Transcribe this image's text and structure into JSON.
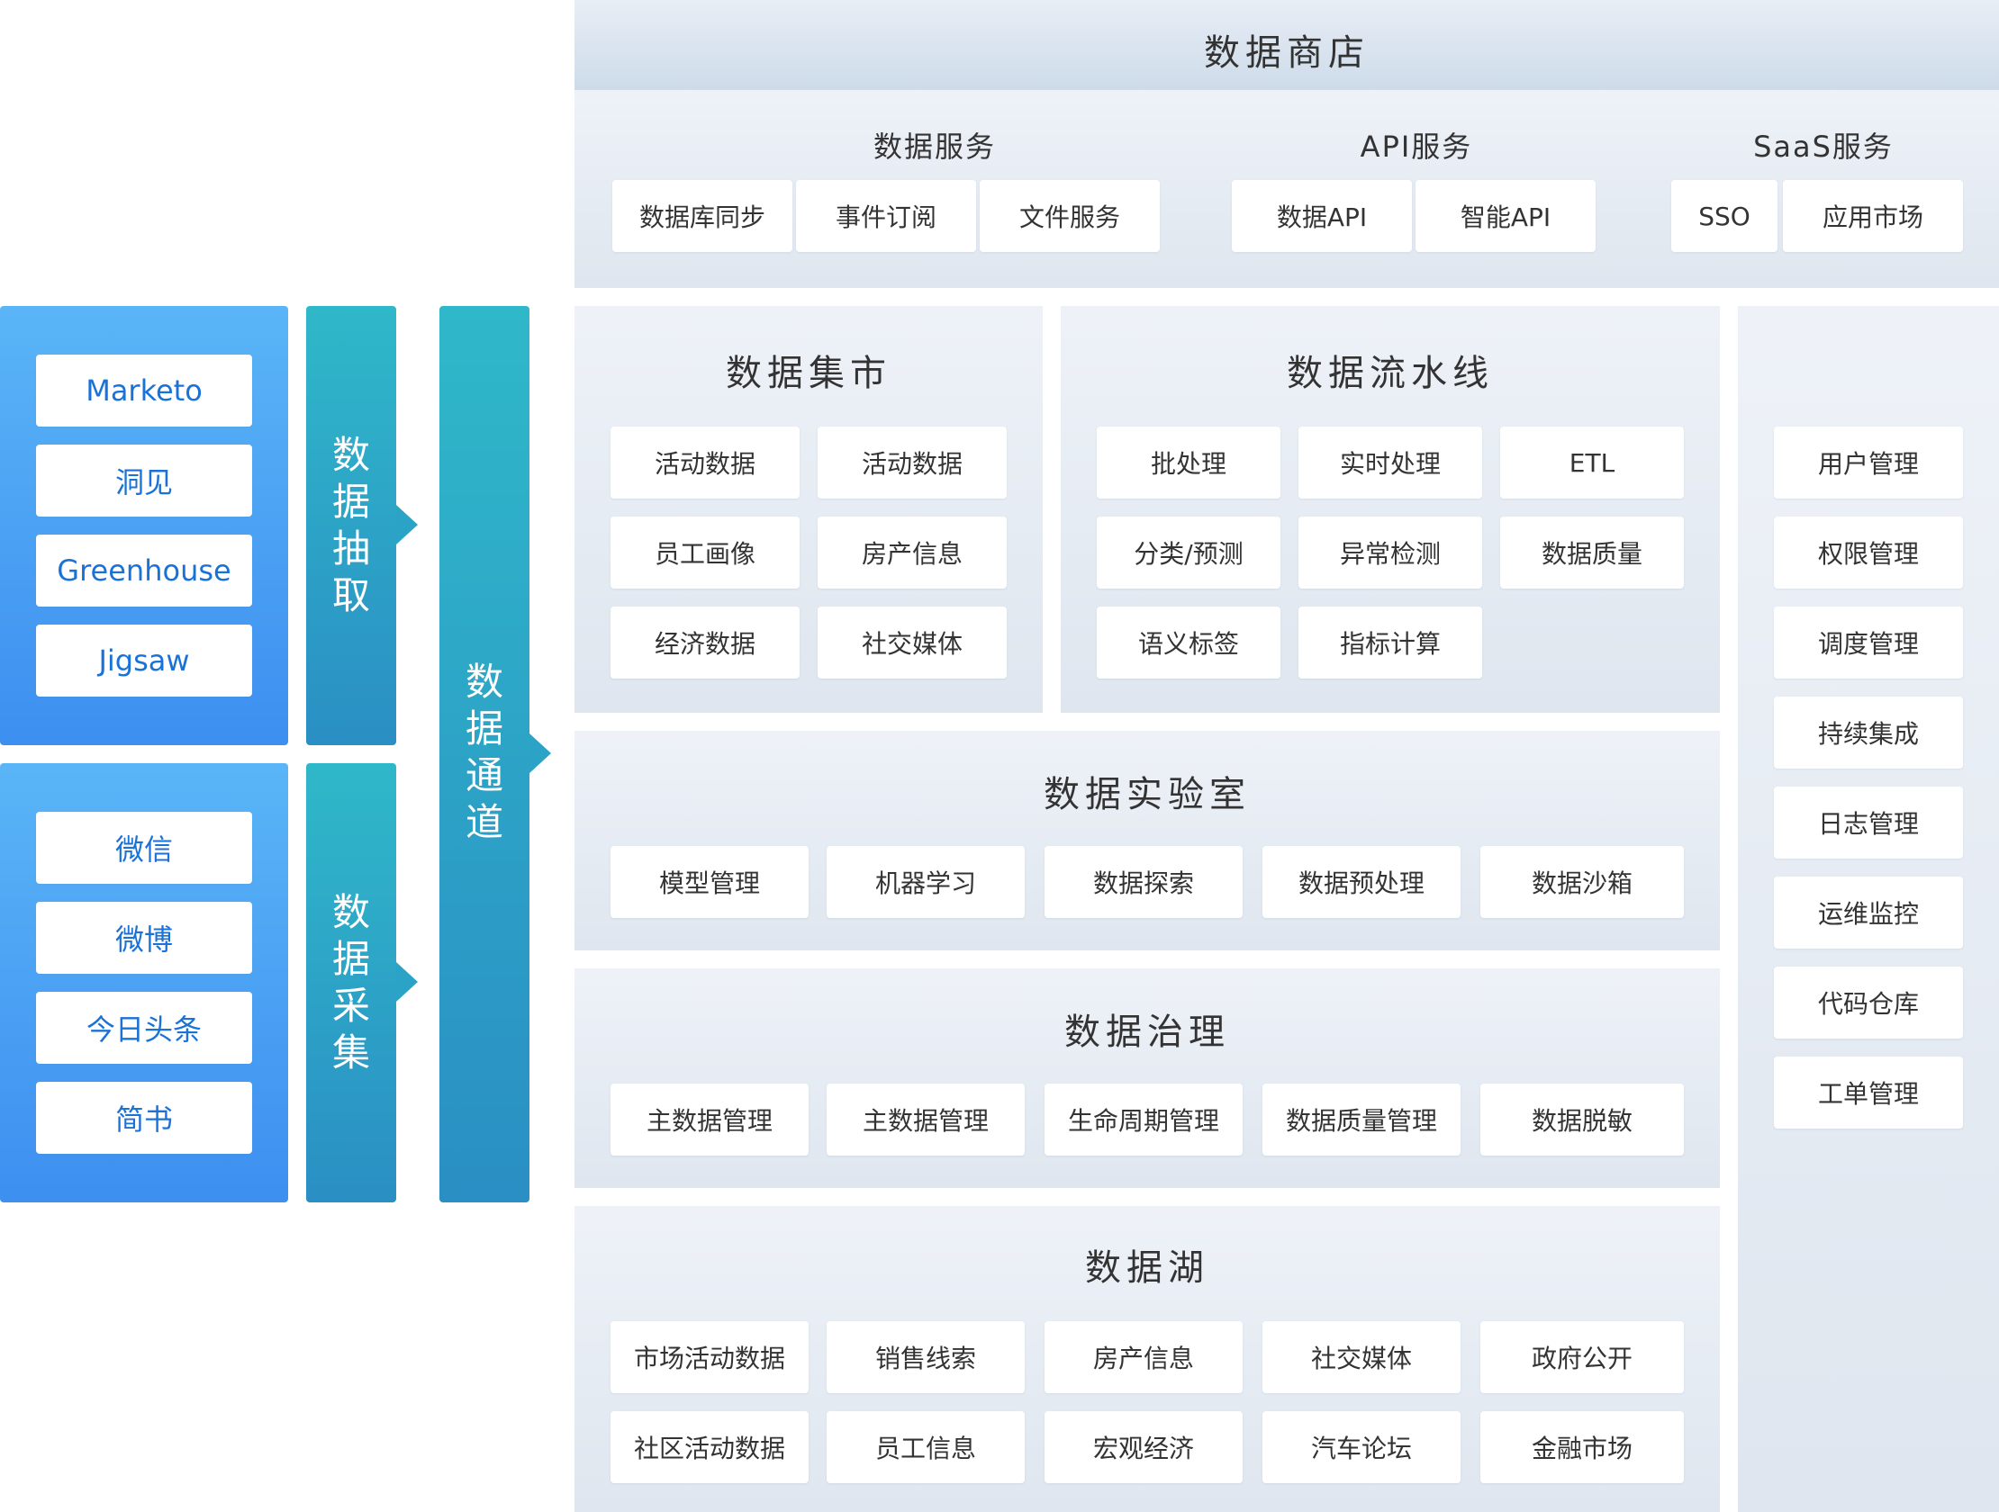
{
  "store": {
    "title": "数据商店",
    "groups": [
      {
        "title": "数据服务",
        "items": [
          "数据库同步",
          "事件订阅",
          "文件服务"
        ]
      },
      {
        "title": "API服务",
        "items": [
          "数据API",
          "智能API"
        ]
      },
      {
        "title": "SaaS服务",
        "items": [
          "SSO",
          "应用市场"
        ]
      }
    ]
  },
  "sources": {
    "top": [
      "Marketo",
      "洞见",
      "Greenhouse",
      "Jigsaw"
    ],
    "bottom": [
      "微信",
      "微博",
      "今日头条",
      "简书"
    ]
  },
  "labels": {
    "extract": "数据抽取",
    "collect": "数据采集",
    "channel": "数据通道"
  },
  "mart": {
    "title": "数据集市",
    "items": [
      "活动数据",
      "活动数据",
      "员工画像",
      "房产信息",
      "经济数据",
      "社交媒体"
    ]
  },
  "pipeline": {
    "title": "数据流水线",
    "items": [
      "批处理",
      "实时处理",
      "ETL",
      "分类/预测",
      "异常检测",
      "数据质量",
      "语义标签",
      "指标计算"
    ]
  },
  "lab": {
    "title": "数据实验室",
    "items": [
      "模型管理",
      "机器学习",
      "数据探索",
      "数据预处理",
      "数据沙箱"
    ]
  },
  "governance": {
    "title": "数据治理",
    "items": [
      "主数据管理",
      "主数据管理",
      "生命周期管理",
      "数据质量管理",
      "数据脱敏"
    ]
  },
  "lake": {
    "title": "数据湖",
    "items": [
      "市场活动数据",
      "销售线索",
      "房产信息",
      "社交媒体",
      "政府公开",
      "社区活动数据",
      "员工信息",
      "宏观经济",
      "汽车论坛",
      "金融市场"
    ]
  },
  "ops": {
    "items": [
      "用户管理",
      "权限管理",
      "调度管理",
      "持续集成",
      "日志管理",
      "运维监控",
      "代码仓库",
      "工单管理"
    ]
  },
  "colors": {
    "source_blue": "#3d8ff0",
    "channel_teal": "#2fb8c9",
    "panel_gray": "#e4eaf2",
    "source_text": "#1a72d6"
  }
}
